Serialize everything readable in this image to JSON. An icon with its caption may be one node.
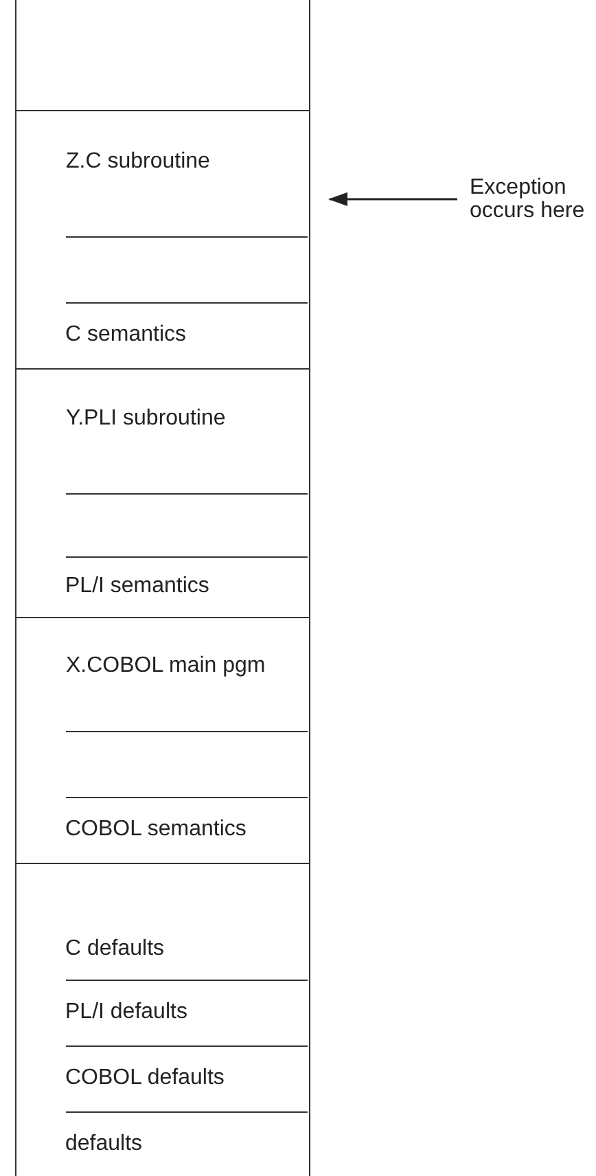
{
  "diagram": {
    "nodes": [
      {
        "text": [],
        "shape": "box"
      },
      {
        "text": [
          "Z.C subroutine"
        ]
      },
      {
        "text": [],
        "shape": "box",
        "in": 1
      },
      {
        "text": [
          "C semantics"
        ],
        "in": 1
      },
      {
        "text": [
          "Y.PLI subroutine"
        ]
      },
      {
        "text": [],
        "shape": "box",
        "in": 4
      },
      {
        "text": [
          "PL/I semantics"
        ],
        "in": 4
      },
      {
        "text": [
          "X.COBOL main pgm"
        ]
      },
      {
        "text": [],
        "shape": "box",
        "in": 7
      },
      {
        "text": [
          "COBOL semantics"
        ],
        "in": 7
      },
      {
        "text": [],
        "shape": "box"
      },
      {
        "text": [
          "C defaults"
        ],
        "in": 10
      },
      {
        "text": [
          "PL/I defaults"
        ],
        "in": 10
      },
      {
        "text": [
          "COBOL defaults"
        ],
        "in": 10
      },
      {
        "text": [
          "defaults"
        ],
        "in": 10
      },
      {
        "text": [
          "Exception occurs here"
        ]
      }
    ],
    "edges": [
      {
        "from": 15,
        "to": 1,
        "arrow": "to"
      }
    ]
  }
}
